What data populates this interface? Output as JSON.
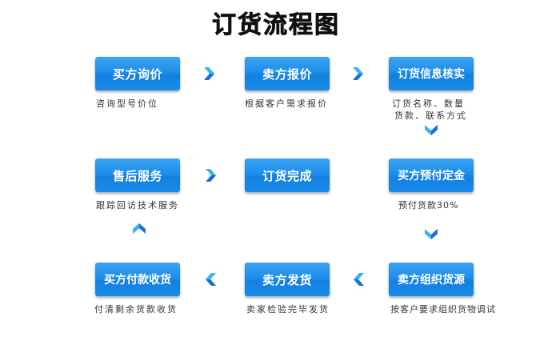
{
  "title": "订货流程图",
  "colors": {
    "box_top": "#3aa4f3",
    "box_bottom": "#1380e0",
    "arrow_light": "#33b6f0",
    "arrow_dark": "#1a6fd8",
    "text": "#333333"
  },
  "steps": [
    {
      "label": "买方询价",
      "desc": [
        "咨询型号价位"
      ]
    },
    {
      "label": "卖方报价",
      "desc": [
        "根据客户需求报价"
      ]
    },
    {
      "label": "订货信息核实",
      "desc": [
        "订货名称、数量",
        "货款、联系方式"
      ]
    },
    {
      "label": "买方预付定金",
      "desc": [
        "预付货款30%"
      ]
    },
    {
      "label": "卖方组织货源",
      "desc": [
        "按客户要求组织货物调试"
      ]
    },
    {
      "label": "卖方发货",
      "desc": [
        "卖家检验完毕发货"
      ]
    },
    {
      "label": "买方付款收货",
      "desc": [
        "付清剩余货款收货"
      ]
    },
    {
      "label": "售后服务",
      "desc": [
        "跟踪回访技术服务"
      ]
    },
    {
      "label": "订货完成",
      "desc": []
    }
  ],
  "arrows": [
    {
      "from": "买方询价",
      "to": "卖方报价",
      "direction": "right"
    },
    {
      "from": "卖方报价",
      "to": "订货信息核实",
      "direction": "right"
    },
    {
      "from": "订货信息核实",
      "to": "买方预付定金",
      "direction": "down"
    },
    {
      "from": "买方预付定金",
      "to": "卖方组织货源",
      "direction": "down"
    },
    {
      "from": "卖方组织货源",
      "to": "卖方发货",
      "direction": "left"
    },
    {
      "from": "卖方发货",
      "to": "买方付款收货",
      "direction": "left"
    },
    {
      "from": "买方付款收货",
      "to": "售后服务",
      "direction": "up"
    },
    {
      "from": "售后服务",
      "to": "订货完成",
      "direction": "right"
    }
  ]
}
